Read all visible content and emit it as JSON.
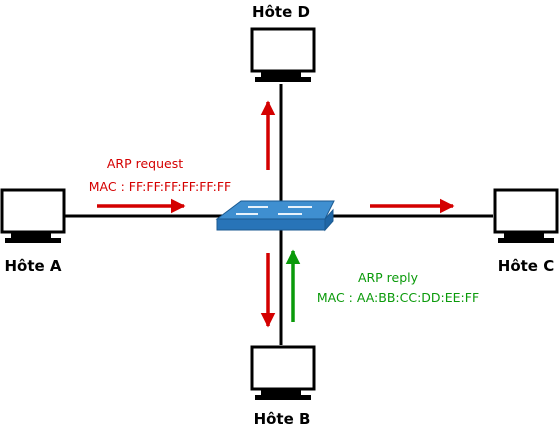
{
  "colors": {
    "request": "#d40000",
    "reply": "#0a9a0a",
    "switch_top": "#3f8fd0",
    "switch_side": "#2874b8",
    "line": "#000000"
  },
  "hosts": {
    "a": {
      "label": "Hôte A",
      "icon": "computer-monitor-icon"
    },
    "b": {
      "label": "Hôte B",
      "icon": "computer-monitor-icon"
    },
    "c": {
      "label": "Hôte C",
      "icon": "computer-monitor-icon"
    },
    "d": {
      "label": "Hôte D",
      "icon": "computer-monitor-icon"
    }
  },
  "switch": {
    "icon": "network-switch-icon"
  },
  "arp_request": {
    "title": "ARP request",
    "mac": "MAC : FF:FF:FF:FF:FF:FF"
  },
  "arp_reply": {
    "title": "ARP reply",
    "mac": "MAC : AA:BB:CC:DD:EE:FF"
  }
}
